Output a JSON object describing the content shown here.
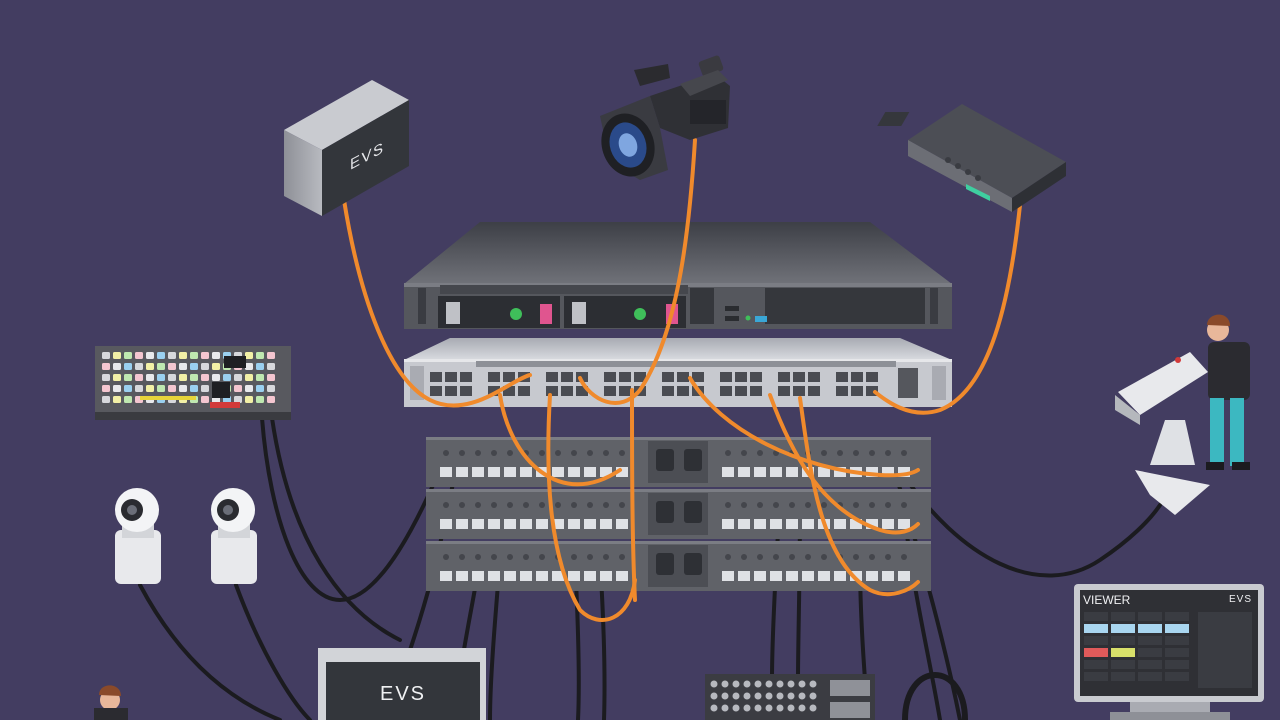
{
  "brand": {
    "top_box_logo": "EVS",
    "bottom_box_logo": "EVS",
    "viewer_logo": "EVS"
  },
  "viewer": {
    "title": "VIEWER"
  },
  "colors": {
    "background": "#433d61",
    "fiber_cable": "#f08a2c",
    "copper_cable": "#1b1b1f",
    "switch_body": "#c7c9cf",
    "server_body": "#5b5d63",
    "status_led": "#3fbf5a",
    "drive_tab": "#e0558f"
  },
  "icons": {
    "camcorder": "video-camera-icon",
    "router": "network-router-icon",
    "ptz": "ptz-camera-icon",
    "operator": "camera-operator-icon",
    "panel": "control-panel-icon",
    "headset": "headset-icon"
  }
}
